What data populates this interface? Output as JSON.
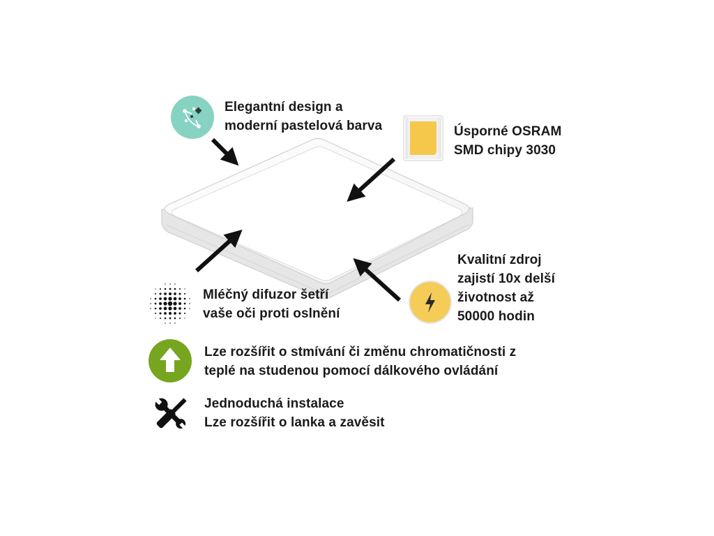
{
  "features": [
    {
      "id": "design",
      "icon": "design-tools-icon",
      "lines": [
        "Elegantní design a",
        "moderní pastelová barva"
      ]
    },
    {
      "id": "chips",
      "icon": "led-chip-icon",
      "lines": [
        "Úsporné OSRAM",
        "SMD chipy 3030"
      ]
    },
    {
      "id": "power",
      "icon": "lightning-icon",
      "lines": [
        "Kvalitní zdroj",
        "zajistí 10x delší",
        "životnost až",
        "50000 hodin"
      ]
    },
    {
      "id": "diffuser",
      "icon": "dot-pattern-icon",
      "lines": [
        "Mléčný difuzor šetří",
        "vaše oči proti oslnění"
      ]
    },
    {
      "id": "dimming",
      "icon": "upgrade-arrow-icon",
      "lines": [
        "Lze rozšířit o stmívání či změnu chromatičnosti z",
        "teplé na studenou pomocí dálkového ovládání"
      ]
    },
    {
      "id": "install",
      "icon": "wrench-screwdriver-icon",
      "lines": [
        "Jednoduchá instalace",
        "Lze rozšířit o lanka a zavěsit"
      ]
    }
  ],
  "colors": {
    "design_icon_bg": "#86d3c1",
    "chip_yellow": "#f5c84c",
    "lightning_bg": "#f4cc57",
    "upgrade_green": "#76a51f",
    "text": "#1a1a1a"
  }
}
